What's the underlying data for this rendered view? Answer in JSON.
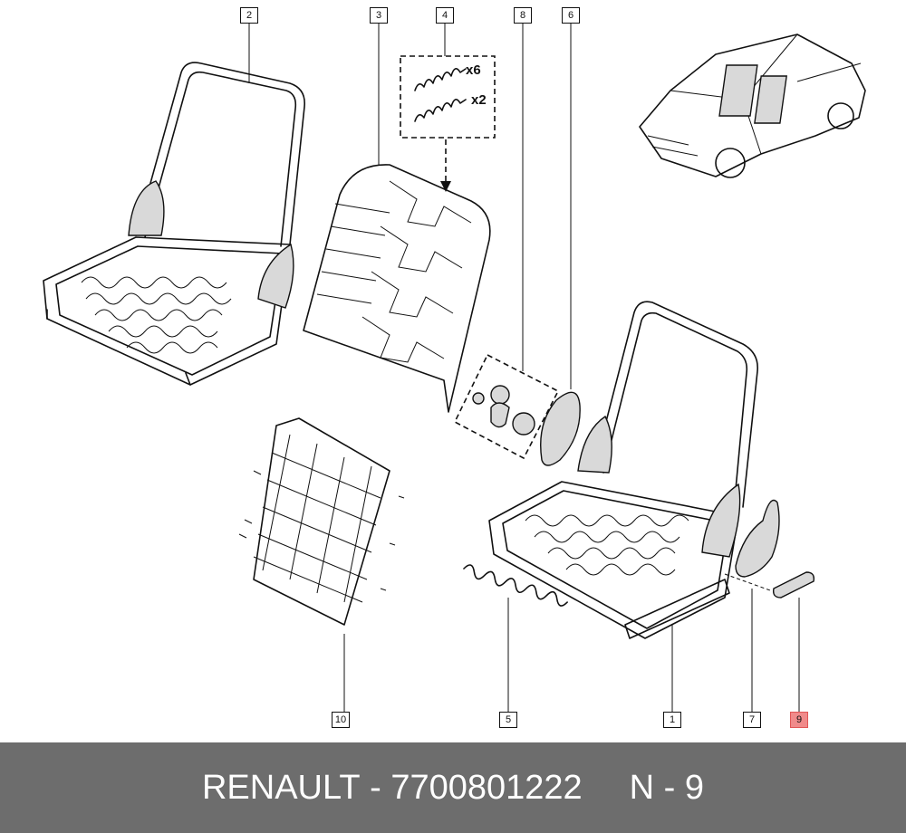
{
  "callouts": [
    "1",
    "2",
    "3",
    "4",
    "5",
    "6",
    "7",
    "8",
    "9",
    "10"
  ],
  "highlighted_callout": "9",
  "spring_qty_1": "x6",
  "spring_qty_2": "x2",
  "footer": {
    "brand": "RENAULT",
    "dash": "-",
    "part_number": "7700801222",
    "ref": "N - 9"
  },
  "colors": {
    "footer_bg": "#6d6d6d",
    "highlight": "#f08a8a"
  }
}
